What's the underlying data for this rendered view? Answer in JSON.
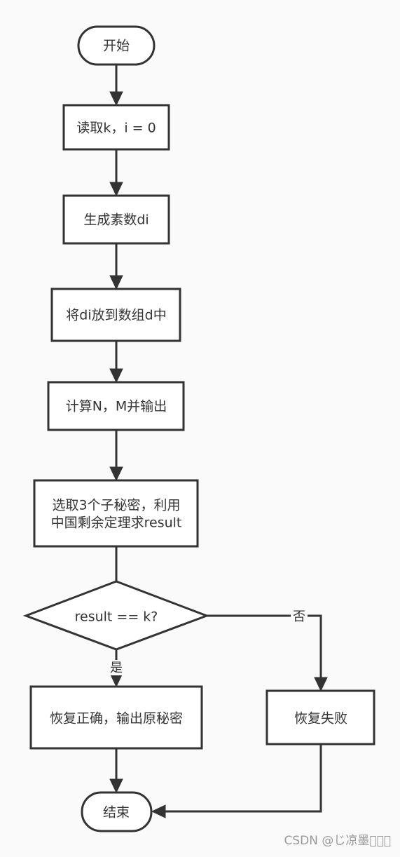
{
  "nodes": {
    "start": "开始",
    "read": "读取k，i = 0",
    "gen": "生成素数di",
    "store": "将di放到数组d中",
    "compute": "计算N，M并输出",
    "select_line1": "选取3个子秘密，利用",
    "select_line2": "中国剩余定理求result",
    "decision": "result == k?",
    "success": "恢复正确，输出原秘密",
    "fail": "恢复失败",
    "end": "结束"
  },
  "edges": {
    "yes": "是",
    "no": "否"
  },
  "watermark": "CSDN @じ凉墨\u0000\u0000\u0000",
  "colors": {
    "stroke": "#333333",
    "background": "#fafafa",
    "node_fill": "#ffffff",
    "watermark": "#9a9a9a"
  }
}
